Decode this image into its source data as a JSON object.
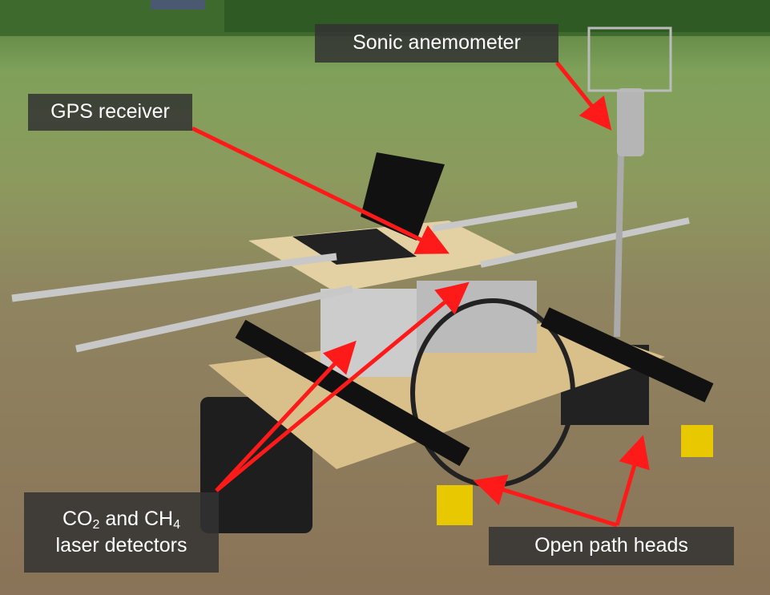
{
  "labels": {
    "sonic_anemometer": "Sonic anemometer",
    "gps_receiver": "GPS receiver",
    "co2": "CO",
    "co2_sub": "2",
    "and_ch": " and CH",
    "ch4_sub": "4",
    "laser_detectors": "laser detectors",
    "open_path_heads": "Open path heads"
  },
  "colors": {
    "arrow": "#ff1a1a",
    "label_bg": "#323232"
  }
}
